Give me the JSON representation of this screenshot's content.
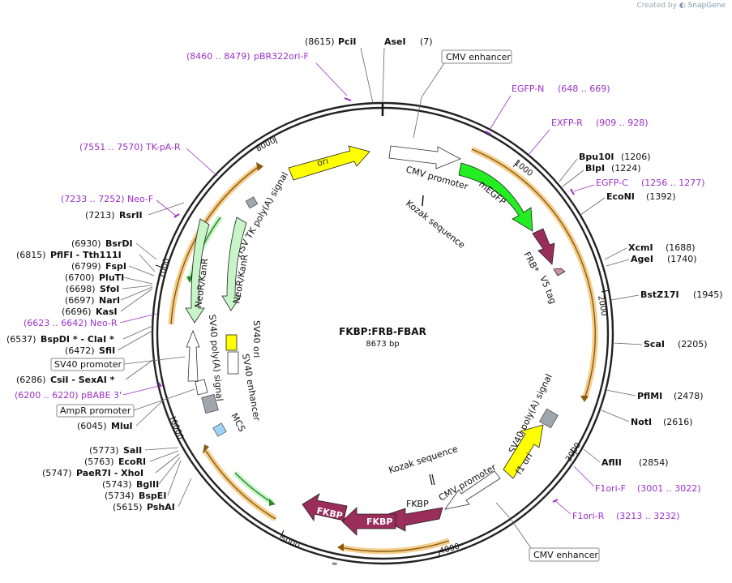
{
  "credit": {
    "prefix": "Created by",
    "brand": "SnapGene"
  },
  "map": {
    "name": "FKBP:FRB-FBAR",
    "size_label": "8673 bp",
    "total_bp": 8673
  },
  "ticks": [
    "1000",
    "2000",
    "3000",
    "4000",
    "5000",
    "6000",
    "7000",
    "8000"
  ],
  "sites_right": [
    {
      "name": "Bpu10I",
      "pos": "(1206)"
    },
    {
      "name": "BlpI",
      "pos": "(1224)"
    },
    {
      "name": "EcoNI",
      "pos": "(1392)"
    },
    {
      "name": "XcmI",
      "pos": "(1688)"
    },
    {
      "name": "AgeI",
      "pos": "(1740)"
    },
    {
      "name": "BstZ17I",
      "pos": "(1945)"
    },
    {
      "name": "ScaI",
      "pos": "(2205)"
    },
    {
      "name": "PflMI",
      "pos": "(2478)"
    },
    {
      "name": "NotI",
      "pos": "(2616)"
    },
    {
      "name": "AflII",
      "pos": "(2854)"
    }
  ],
  "sites_top": [
    {
      "name": "PciI",
      "pos": "(8615)"
    },
    {
      "name": "AseI",
      "pos": "(7)"
    }
  ],
  "sites_left": [
    {
      "name": "RsrII",
      "pos": "(7213)"
    },
    {
      "name": "BsrDI",
      "pos": "(6930)"
    },
    {
      "name": "PflFI - Tth111I",
      "pos": "(6815)"
    },
    {
      "name": "FspI",
      "pos": "(6799)"
    },
    {
      "name": "PluTI",
      "pos": "(6700)"
    },
    {
      "name": "SfoI",
      "pos": "(6698)"
    },
    {
      "name": "NarI",
      "pos": "(6697)"
    },
    {
      "name": "KasI",
      "pos": "(6696)"
    },
    {
      "name": "BspDI * - ClaI *",
      "pos": "(6537)"
    },
    {
      "name": "SfiI",
      "pos": "(6472)"
    },
    {
      "name": "CsiI - SexAI *",
      "pos": "(6286)"
    },
    {
      "name": "MluI",
      "pos": "(6045)"
    },
    {
      "name": "SalI",
      "pos": "(5773)"
    },
    {
      "name": "EcoRI",
      "pos": "(5763)"
    },
    {
      "name": "PaeR7I - XhoI",
      "pos": "(5747)"
    },
    {
      "name": "BglII",
      "pos": "(5743)"
    },
    {
      "name": "BspEI",
      "pos": "(5734)"
    },
    {
      "name": "PshAI",
      "pos": "(5615)"
    }
  ],
  "primers": [
    {
      "name": "pBR322ori-F",
      "range": "(8460 .. 8479)"
    },
    {
      "name": "EGFP-N",
      "range": "(648 .. 669)"
    },
    {
      "name": "EXFP-R",
      "range": "(909 .. 928)"
    },
    {
      "name": "EGFP-C",
      "range": "(1256 .. 1277)"
    },
    {
      "name": "TK-pA-R",
      "range": "(7551 .. 7570)"
    },
    {
      "name": "Neo-F",
      "range": "(7233 .. 7252)"
    },
    {
      "name": "Neo-R",
      "range": "(6623 .. 6642)"
    },
    {
      "name": "pBABE 3'",
      "range": "(6200 .. 6220)"
    },
    {
      "name": "F1ori-F",
      "range": "(3001 .. 3022)"
    },
    {
      "name": "F1ori-R",
      "range": "(3213 .. 3232)"
    }
  ],
  "boxed_features": [
    "CMV enhancer",
    "SV40 promoter",
    "AmpR promoter",
    "CMV enhancer"
  ],
  "features": {
    "ori": "ori",
    "cmv_promoter_top": "CMV promoter",
    "kozak_top": "Kozak sequence",
    "megfp": "mEGFP",
    "frb": "FRB*",
    "v5": "V5 tag",
    "hsv_tk": "HSV TK poly(A) signal",
    "neo1": "NeoR/KanR",
    "neo2": "NeoR/KanR",
    "sv40_ori": "SV40 ori",
    "sv40_enh": "SV40 enhancer",
    "sv40_polya_left": "SV40 poly(A) signal",
    "mcs": "MCS",
    "sv40_polya_right": "SV40 poly(A) signal",
    "f1ori": "f1 ori",
    "kozak_bottom": "Kozak sequence",
    "cmv_promoter_bottom": "CMV promoter",
    "fkbp_label": "FKBP",
    "fkbp_arrow1": "FKBP",
    "fkbp_arrow2": "FKBP"
  },
  "colors": {
    "backbone": "#222222",
    "orf_orange": "#f2b24a",
    "green_gfp": "#22ee22",
    "maroon": "#9a2d5a",
    "yellow": "#ffff00",
    "neo_green": "#c8f5c8",
    "primer_purple": "#9b30c8",
    "gray": "#a0a6ad",
    "mcs_blue": "#9fd3f5"
  }
}
